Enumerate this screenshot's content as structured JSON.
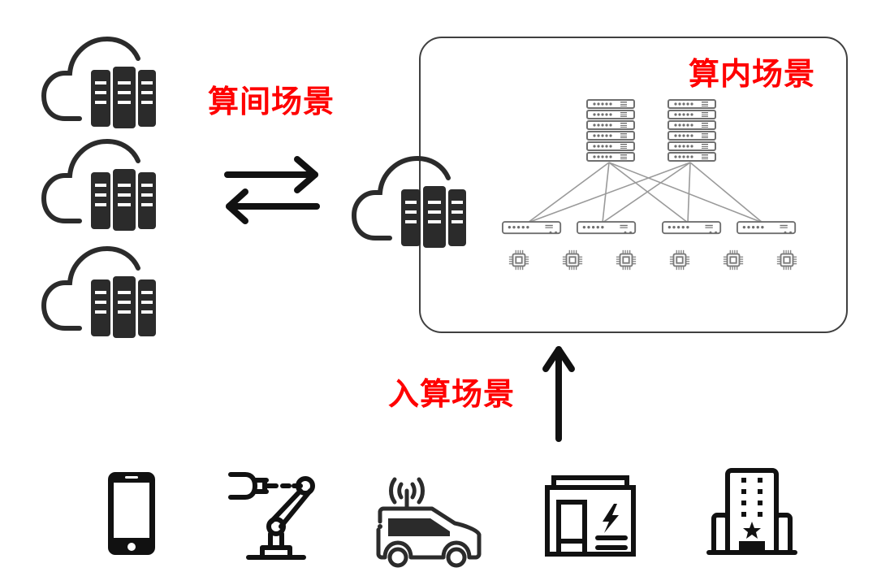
{
  "labels": {
    "inter_compute": "算间场景",
    "intra_compute": "算内场景",
    "into_compute": "入算场景"
  },
  "colors": {
    "label": "#ff0000",
    "icon_dark": "#2b2b2b",
    "icon_gray": "#7a7a7a",
    "link_gray": "#9a9a9a",
    "panel_border": "#404040"
  },
  "left_clouds": [
    {
      "icon": "cloud-datacenter-icon"
    },
    {
      "icon": "cloud-datacenter-icon"
    },
    {
      "icon": "cloud-datacenter-icon"
    }
  ],
  "center_cloud": {
    "icon": "cloud-datacenter-icon"
  },
  "arrows": {
    "bidirectional": "exchange-arrows-icon",
    "upward": "up-arrow-icon"
  },
  "intra_topology": {
    "spine_switches": [
      {
        "icon": "server-rack-icon",
        "units": 6
      },
      {
        "icon": "server-rack-icon",
        "units": 6
      }
    ],
    "leaf_switches": [
      {
        "icon": "switch-icon"
      },
      {
        "icon": "switch-icon"
      },
      {
        "icon": "switch-icon"
      },
      {
        "icon": "switch-icon"
      }
    ],
    "chips": [
      {
        "icon": "chip-icon"
      },
      {
        "icon": "chip-icon"
      },
      {
        "icon": "chip-icon"
      },
      {
        "icon": "chip-icon"
      },
      {
        "icon": "chip-icon"
      },
      {
        "icon": "chip-icon"
      }
    ],
    "links": [
      [
        0,
        0
      ],
      [
        0,
        1
      ],
      [
        0,
        2
      ],
      [
        0,
        3
      ],
      [
        1,
        0
      ],
      [
        1,
        1
      ],
      [
        1,
        2
      ],
      [
        1,
        3
      ]
    ]
  },
  "edge_devices": [
    {
      "icon": "smartphone-icon"
    },
    {
      "icon": "robot-arm-icon"
    },
    {
      "icon": "connected-car-icon"
    },
    {
      "icon": "power-station-icon"
    },
    {
      "icon": "hotel-building-icon"
    }
  ]
}
